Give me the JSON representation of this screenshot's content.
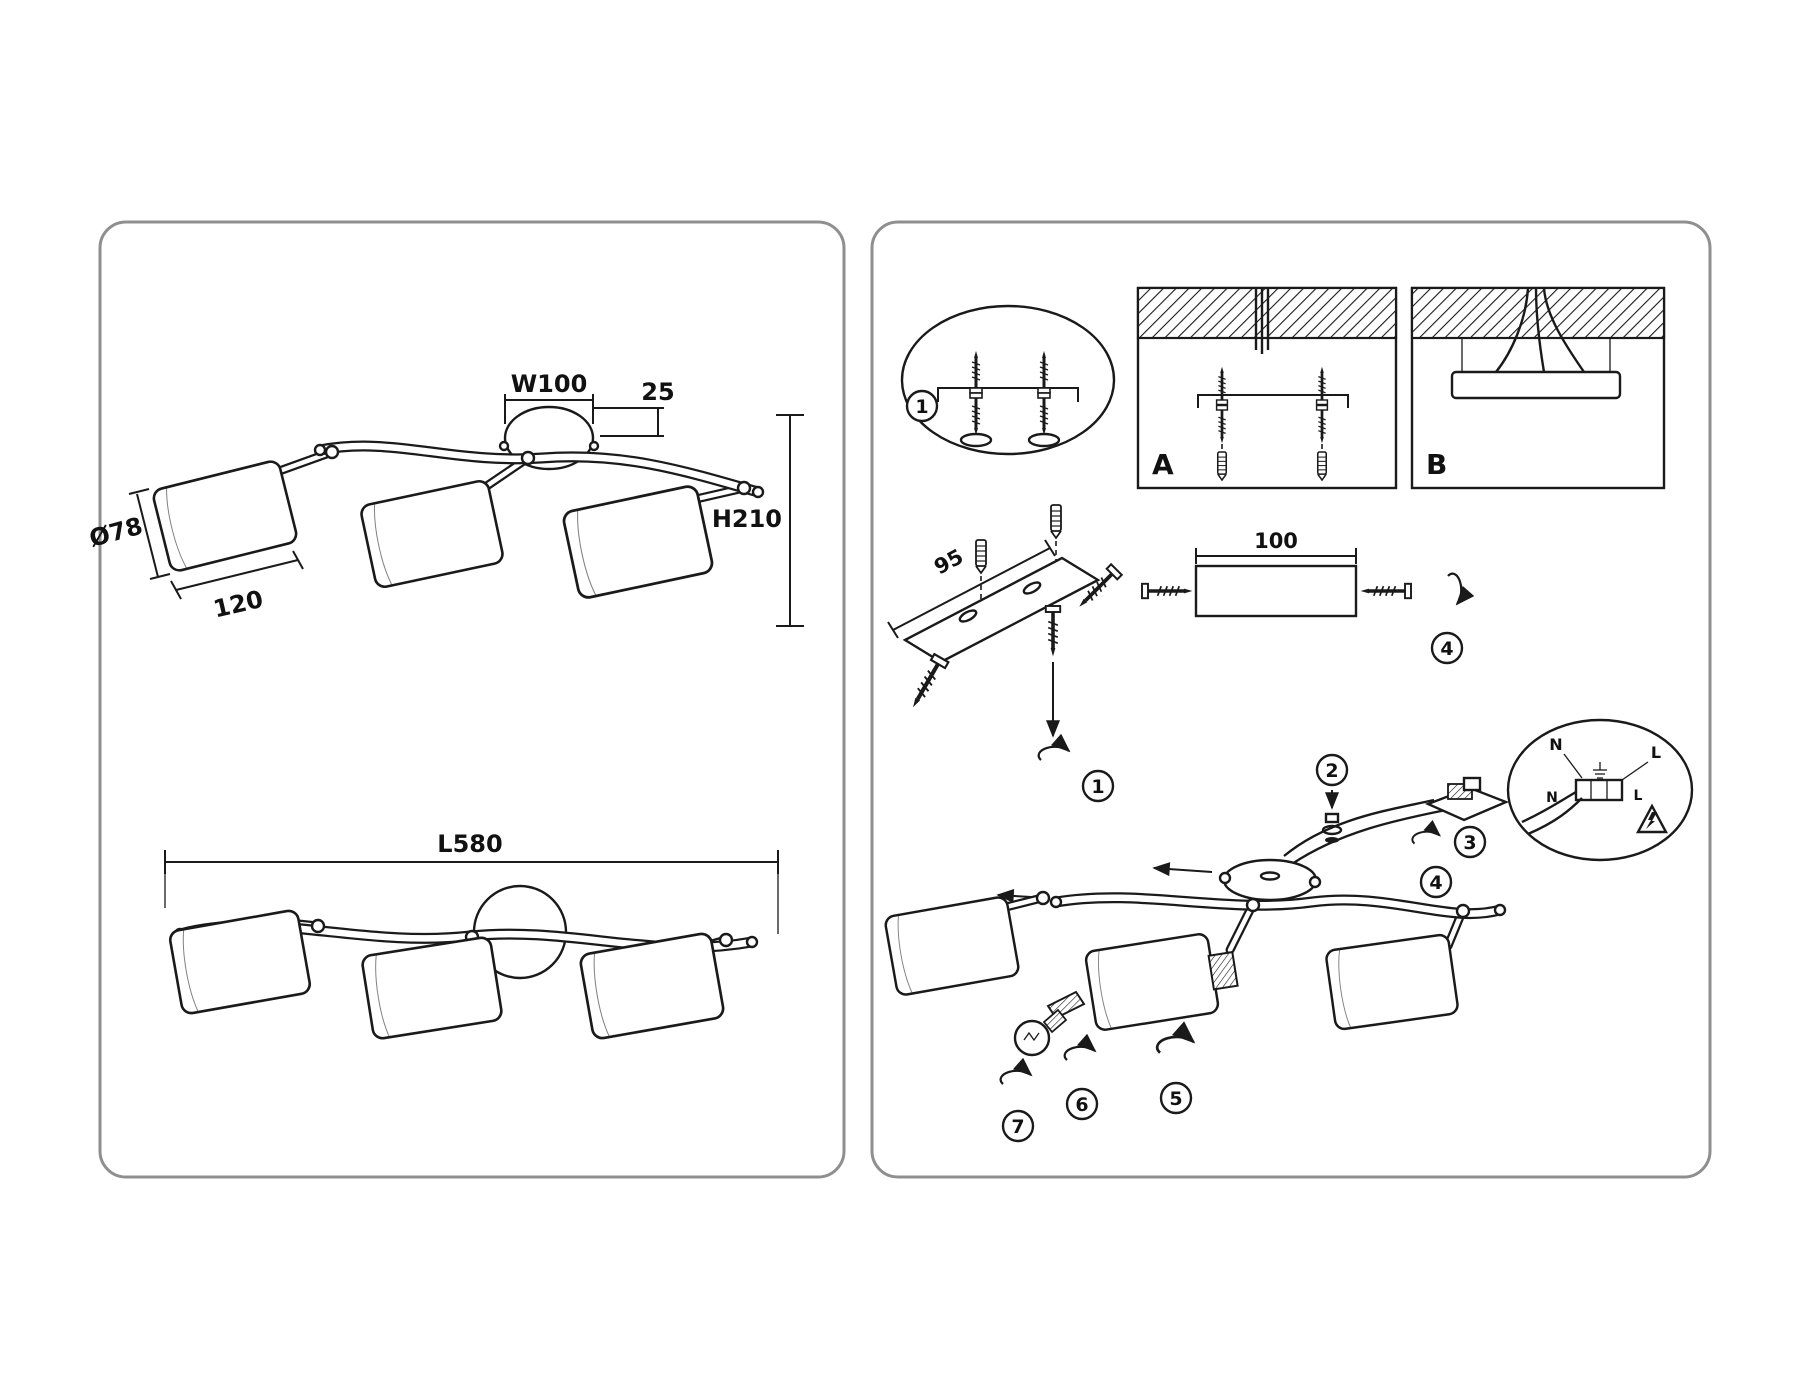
{
  "colors": {
    "line": "#1a1a1a",
    "panel_border": "#8f8f8f"
  },
  "left_panel": {
    "top_view": {
      "width_label": "W100",
      "canopy_depth_label": "25",
      "shade_diameter_label": "Ø78",
      "shade_length_label": "120",
      "height_label": "H210"
    },
    "bottom_view": {
      "length_label": "L580"
    }
  },
  "right_panel": {
    "options": {
      "a": "A",
      "b": "B"
    },
    "dims": {
      "bracket": "95",
      "strap": "100"
    },
    "wiring": {
      "n1": "N",
      "l1": "L",
      "n2": "N",
      "l2": "L"
    },
    "steps": {
      "s1a": "1",
      "s1b": "1",
      "s2": "2",
      "s3": "3",
      "s4a": "4",
      "s4b": "4",
      "s5": "5",
      "s6": "6",
      "s7": "7"
    }
  }
}
